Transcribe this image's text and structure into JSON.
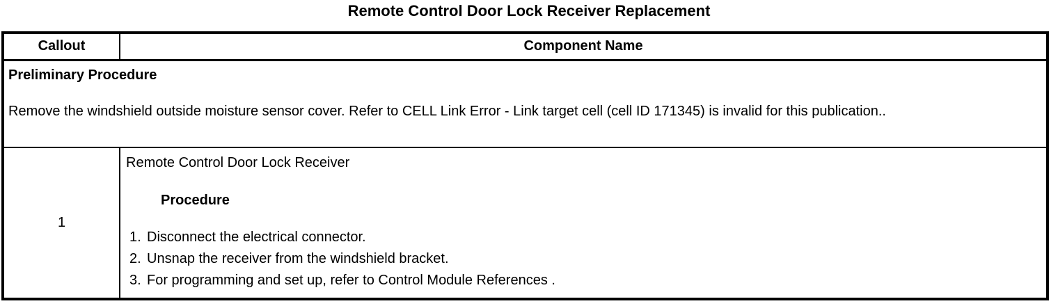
{
  "page": {
    "title": "Remote Control Door Lock Receiver Replacement"
  },
  "table": {
    "headers": {
      "callout": "Callout",
      "component": "Component Name"
    },
    "preliminary": {
      "heading": "Preliminary Procedure",
      "text": "Remove the windshield outside moisture sensor cover. Refer to CELL Link Error - Link target cell (cell ID 171345) is invalid for this publication.."
    },
    "row1": {
      "callout": "1",
      "component_name": "Remote Control Door Lock Receiver",
      "procedure_heading": "Procedure",
      "steps": [
        {
          "num": "1.",
          "text": "Disconnect the electrical connector."
        },
        {
          "num": "2.",
          "text": "Unsnap the receiver from the windshield bracket."
        },
        {
          "num": "3.",
          "text": "For programming and set up, refer to Control Module References ."
        }
      ]
    }
  }
}
